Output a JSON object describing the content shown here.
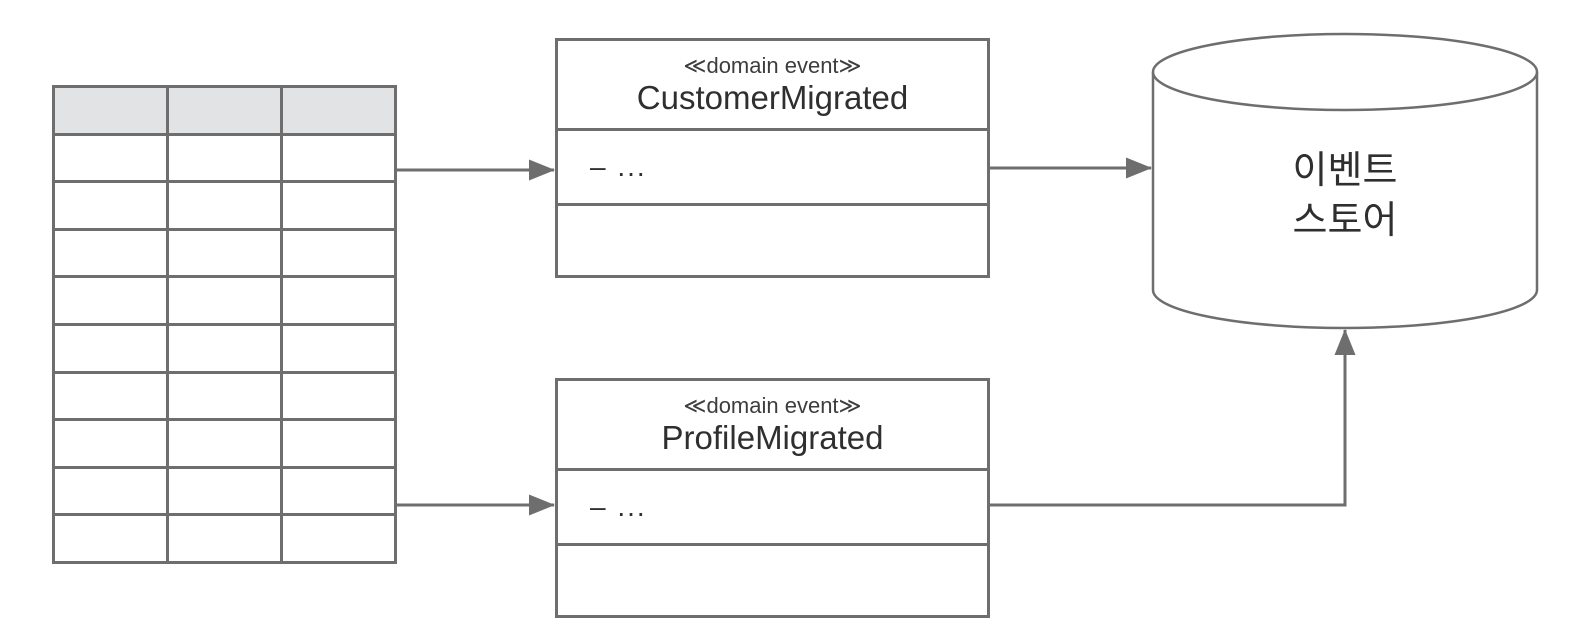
{
  "diagram": {
    "source_table": {
      "columns": 3,
      "rows": 10,
      "header_rows": 1,
      "cells_text": ""
    },
    "events": [
      {
        "stereotype": "≪domain event≫",
        "name": "CustomerMigrated",
        "attribute": "– ..."
      },
      {
        "stereotype": "≪domain event≫",
        "name": "ProfileMigrated",
        "attribute": "– ..."
      }
    ],
    "event_store": {
      "label_line1": "이벤트",
      "label_line2": "스토어"
    },
    "colors": {
      "stroke": "#6e6e6e",
      "table_header_fill": "#e2e3e5",
      "text": "#2f2f2f",
      "background": "#ffffff"
    }
  }
}
